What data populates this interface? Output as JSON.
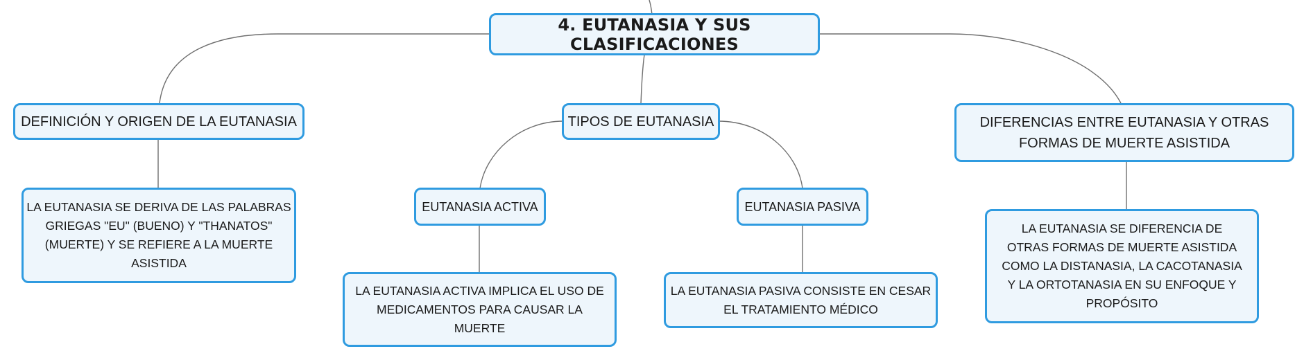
{
  "diagram": {
    "type": "mind-map",
    "colors": {
      "node_border": "#2f9be0",
      "node_fill": "#eef6fc",
      "connector": "#6f6f6f",
      "text": "#1a1a1a"
    },
    "central": "4. EUTANASIA Y SUS CLASIFICACIONES",
    "topics": {
      "definicion": {
        "label": "DEFINICIÓN Y ORIGEN DE LA EUTANASIA",
        "detail": "LA EUTANASIA SE DERIVA DE LAS PALABRAS GRIEGAS \"EU\" (BUENO) Y \"THANATOS\" (MUERTE) Y SE REFIERE A LA MUERTE ASISTIDA"
      },
      "tipos": {
        "label": "TIPOS DE EUTANASIA",
        "activa": {
          "label": "EUTANASIA ACTIVA",
          "detail": "LA EUTANASIA ACTIVA IMPLICA EL USO DE MEDICAMENTOS PARA CAUSAR LA MUERTE"
        },
        "pasiva": {
          "label": "EUTANASIA PASIVA",
          "detail": "LA EUTANASIA PASIVA CONSISTE EN CESAR EL TRATAMIENTO MÉDICO"
        }
      },
      "diferencias": {
        "label": "DIFERENCIAS ENTRE EUTANASIA Y OTRAS FORMAS DE MUERTE ASISTIDA",
        "detail": "LA EUTANASIA SE DIFERENCIA DE OTRAS FORMAS DE MUERTE ASISTIDA COMO LA DISTANASIA, LA CACOTANASIA Y LA ORTOTANASIA EN SU ENFOQUE Y PROPÓSITO"
      }
    }
  }
}
